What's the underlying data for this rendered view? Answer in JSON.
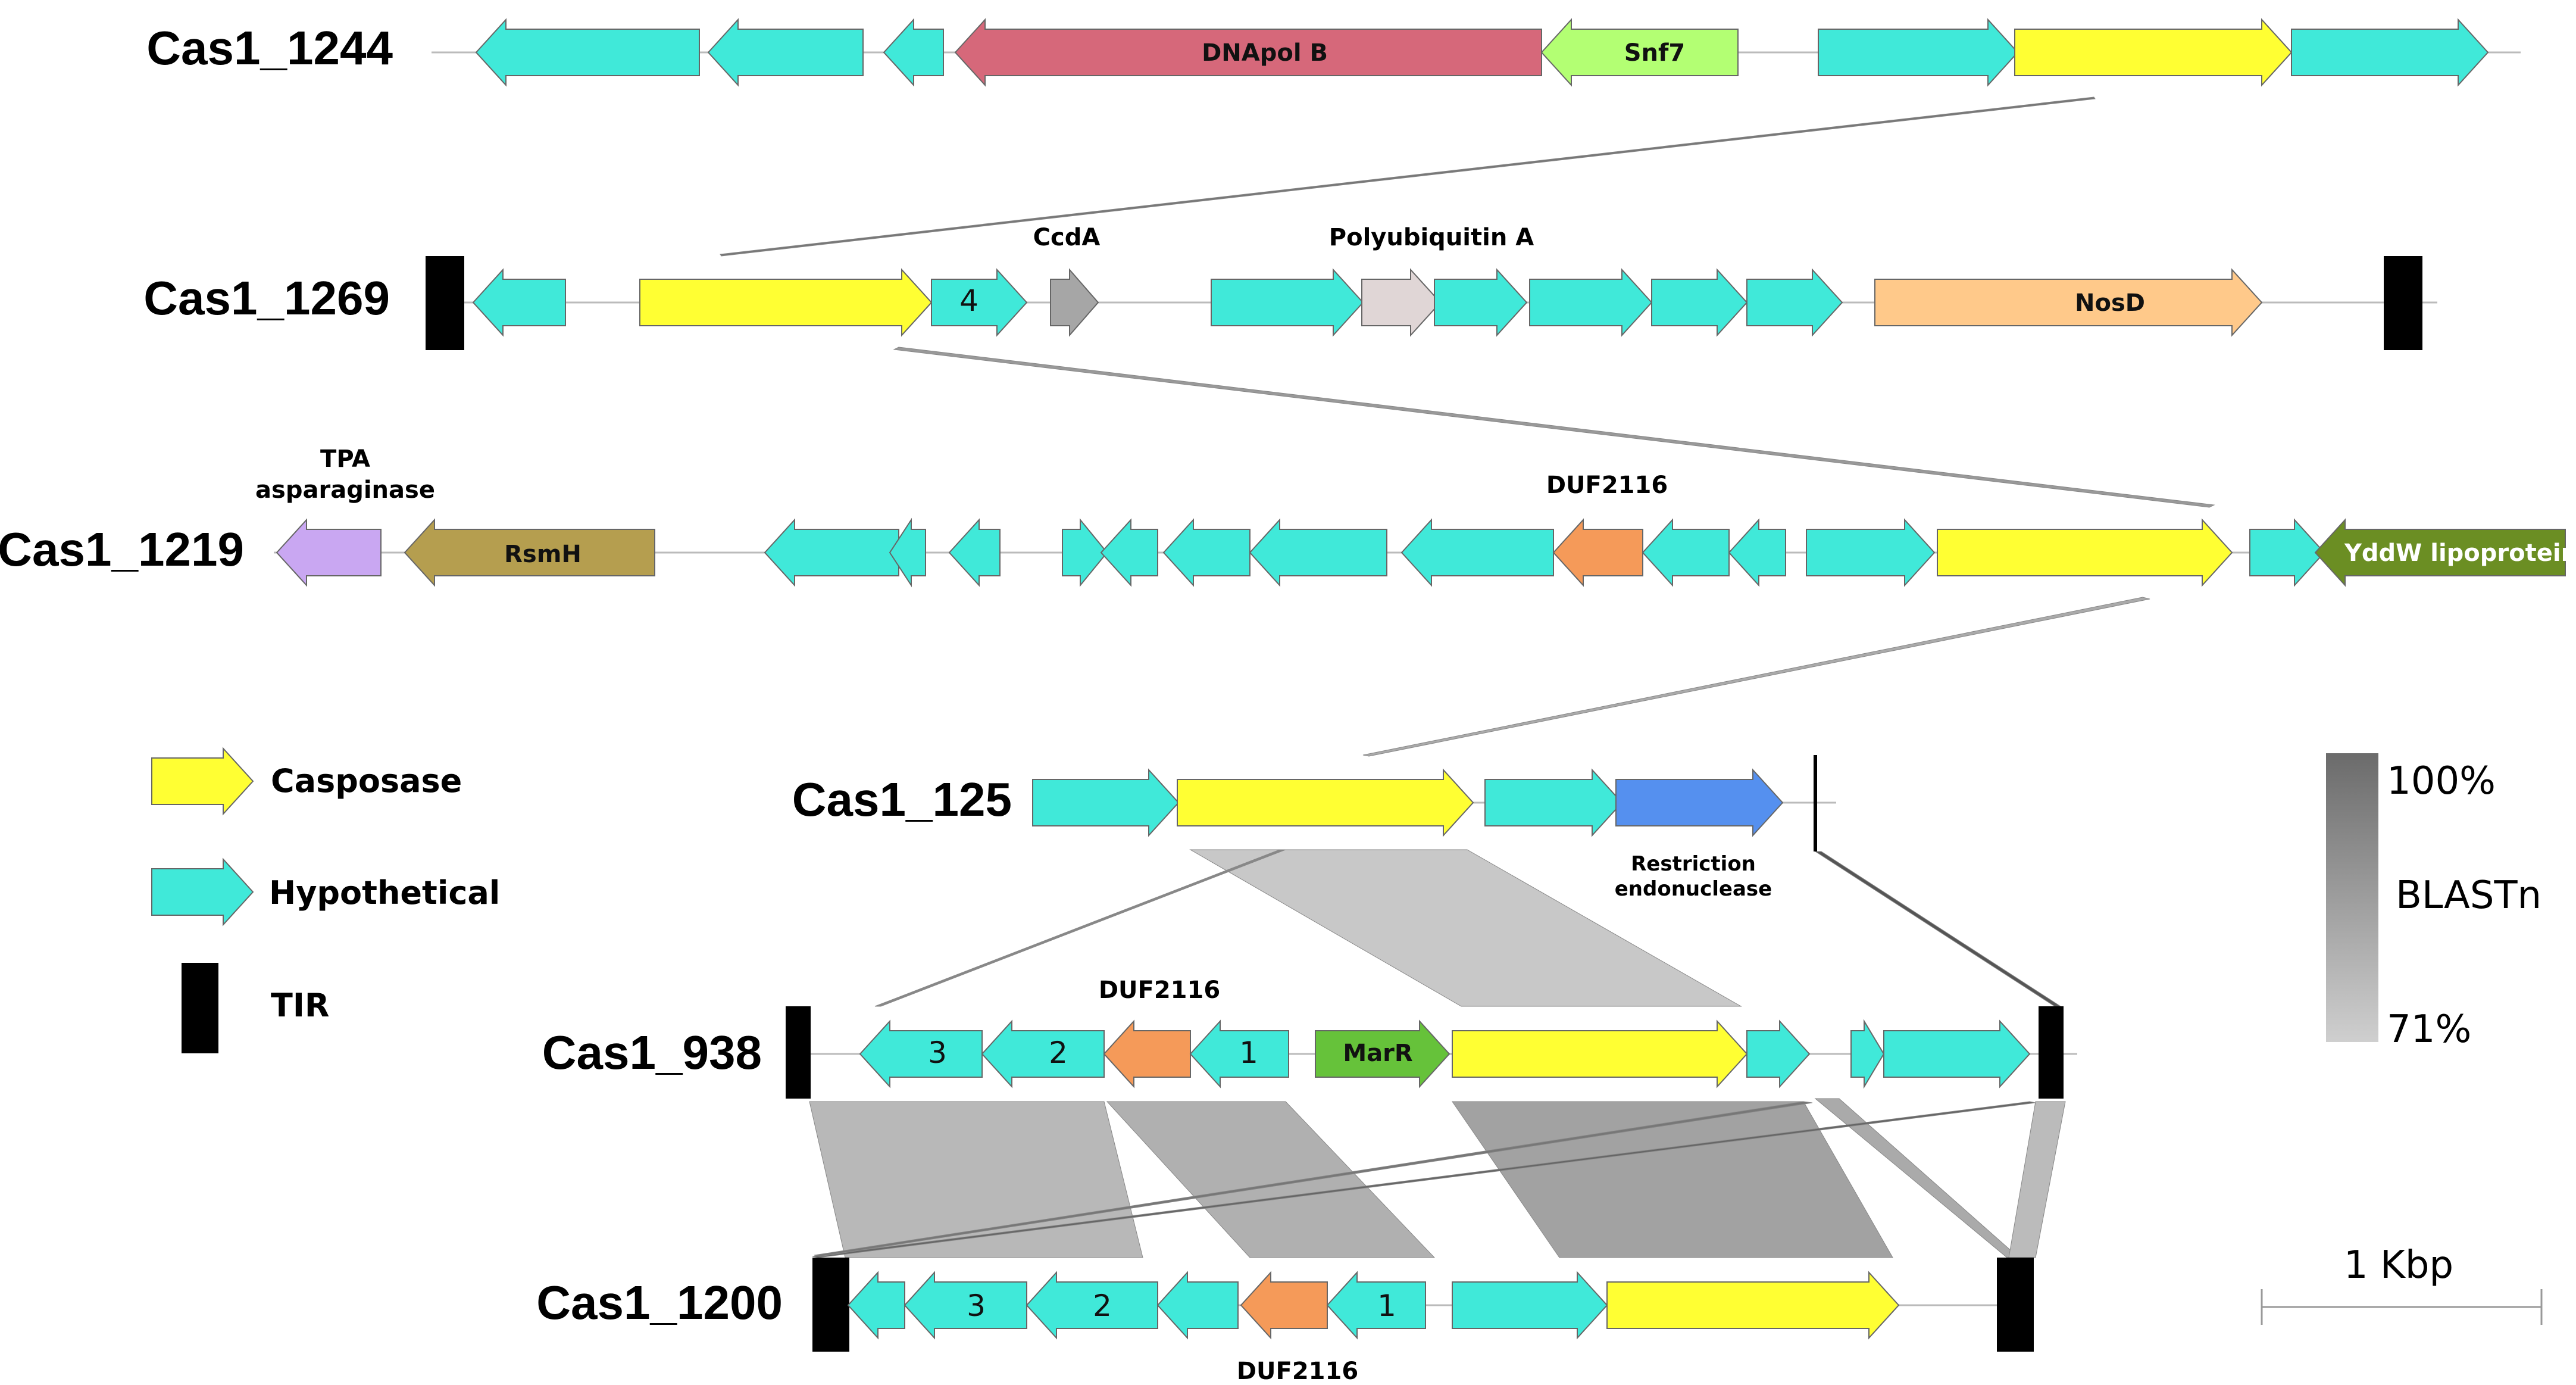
{
  "colors": {
    "casposase": "#ffff33",
    "hypothetical": "#40e9d9",
    "dnapol": "#d6687a",
    "snf7": "#b3ff73",
    "ccda": "#a6a6a6",
    "polyubiquitin": "#e0d6d6",
    "nosd": "#ffc98a",
    "tpa_asparaginase": "#c9a7f2",
    "rsmh": "#b59e4f",
    "duf2116": "#f59a59",
    "yddw": "#6b8e23",
    "restriction_endonuclease": "#5590ef",
    "marr": "#66c23a",
    "tir": "#000000",
    "blast_high": "#6b6b6b",
    "blast_low": "#cfcfcf"
  },
  "loci": [
    {
      "label": "Cas1_1244",
      "genes": [
        {
          "type": "hypothetical",
          "dir": -1,
          "label": ""
        },
        {
          "type": "hypothetical",
          "dir": -1,
          "label": ""
        },
        {
          "type": "hypothetical",
          "dir": -1,
          "label": ""
        },
        {
          "type": "dnapol",
          "dir": -1,
          "label": "DNApol B"
        },
        {
          "type": "snf7",
          "dir": -1,
          "label": "Snf7"
        },
        {
          "type": "hypothetical",
          "dir": 1,
          "label": ""
        },
        {
          "type": "casposase",
          "dir": 1,
          "label": ""
        },
        {
          "type": "hypothetical",
          "dir": 1,
          "label": ""
        }
      ]
    },
    {
      "label": "Cas1_1269",
      "genes": [
        {
          "type": "hypothetical",
          "dir": -1,
          "label": ""
        },
        {
          "type": "casposase",
          "dir": 1,
          "label": ""
        },
        {
          "type": "hypothetical",
          "dir": 1,
          "label": "4"
        },
        {
          "type": "ccda",
          "dir": 1,
          "label": "",
          "above": "CcdA"
        },
        {
          "type": "hypothetical",
          "dir": 1,
          "label": ""
        },
        {
          "type": "polyubiquitin",
          "dir": 1,
          "label": "",
          "above": "Polyubiquitin A"
        },
        {
          "type": "hypothetical",
          "dir": 1,
          "label": ""
        },
        {
          "type": "hypothetical",
          "dir": 1,
          "label": ""
        },
        {
          "type": "hypothetical",
          "dir": 1,
          "label": ""
        },
        {
          "type": "hypothetical",
          "dir": 1,
          "label": ""
        },
        {
          "type": "nosd",
          "dir": 1,
          "label": "NosD"
        }
      ]
    },
    {
      "label": "Cas1_1219",
      "genes": [
        {
          "type": "tpa_asparaginase",
          "dir": -1,
          "label": "",
          "above": [
            "TPA",
            "asparaginase"
          ]
        },
        {
          "type": "rsmh",
          "dir": -1,
          "label": "RsmH"
        },
        {
          "type": "hypothetical",
          "dir": -1,
          "label": ""
        },
        {
          "type": "hypothetical",
          "dir": -1,
          "label": ""
        },
        {
          "type": "hypothetical",
          "dir": -1,
          "label": ""
        },
        {
          "type": "hypothetical",
          "dir": 1,
          "label": ""
        },
        {
          "type": "hypothetical",
          "dir": -1,
          "label": ""
        },
        {
          "type": "hypothetical",
          "dir": -1,
          "label": ""
        },
        {
          "type": "hypothetical",
          "dir": -1,
          "label": ""
        },
        {
          "type": "hypothetical",
          "dir": -1,
          "label": ""
        },
        {
          "type": "duf2116",
          "dir": -1,
          "label": "",
          "above": "DUF2116"
        },
        {
          "type": "hypothetical",
          "dir": -1,
          "label": ""
        },
        {
          "type": "hypothetical",
          "dir": -1,
          "label": ""
        },
        {
          "type": "hypothetical",
          "dir": 1,
          "label": ""
        },
        {
          "type": "casposase",
          "dir": 1,
          "label": ""
        },
        {
          "type": "hypothetical",
          "dir": 1,
          "label": ""
        },
        {
          "type": "yddw",
          "dir": -1,
          "label": "YddW lipoprotein"
        }
      ]
    },
    {
      "label": "Cas1_125",
      "genes": [
        {
          "type": "hypothetical",
          "dir": 1,
          "label": ""
        },
        {
          "type": "casposase",
          "dir": 1,
          "label": ""
        },
        {
          "type": "hypothetical",
          "dir": 1,
          "label": ""
        },
        {
          "type": "restriction_endonuclease",
          "dir": 1,
          "label": "",
          "below": [
            "Restriction",
            "endonuclease"
          ]
        }
      ]
    },
    {
      "label": "Cas1_938",
      "genes": [
        {
          "type": "hypothetical",
          "dir": -1,
          "label": "3"
        },
        {
          "type": "hypothetical",
          "dir": -1,
          "label": "2"
        },
        {
          "type": "duf2116",
          "dir": -1,
          "label": "",
          "above": "DUF2116"
        },
        {
          "type": "hypothetical",
          "dir": -1,
          "label": "1"
        },
        {
          "type": "marr",
          "dir": 1,
          "label": "MarR"
        },
        {
          "type": "casposase",
          "dir": 1,
          "label": ""
        },
        {
          "type": "hypothetical",
          "dir": 1,
          "label": ""
        },
        {
          "type": "hypothetical",
          "dir": 1,
          "label": ""
        },
        {
          "type": "hypothetical",
          "dir": 1,
          "label": ""
        }
      ]
    },
    {
      "label": "Cas1_1200",
      "genes": [
        {
          "type": "hypothetical",
          "dir": -1,
          "label": ""
        },
        {
          "type": "hypothetical",
          "dir": -1,
          "label": "3"
        },
        {
          "type": "hypothetical",
          "dir": -1,
          "label": "2"
        },
        {
          "type": "hypothetical",
          "dir": -1,
          "label": ""
        },
        {
          "type": "duf2116",
          "dir": -1,
          "label": "",
          "below": "DUF2116"
        },
        {
          "type": "hypothetical",
          "dir": -1,
          "label": "1"
        },
        {
          "type": "hypothetical",
          "dir": 1,
          "label": ""
        },
        {
          "type": "casposase",
          "dir": 1,
          "label": ""
        }
      ]
    }
  ],
  "legend": {
    "casposase": "Casposase",
    "hypothetical": "Hypothetical",
    "tir": "TIR"
  },
  "blast_scale": {
    "max": "100%",
    "min": "71%",
    "label": "BLASTn"
  },
  "scale_bar": {
    "label": "1 Kbp"
  }
}
